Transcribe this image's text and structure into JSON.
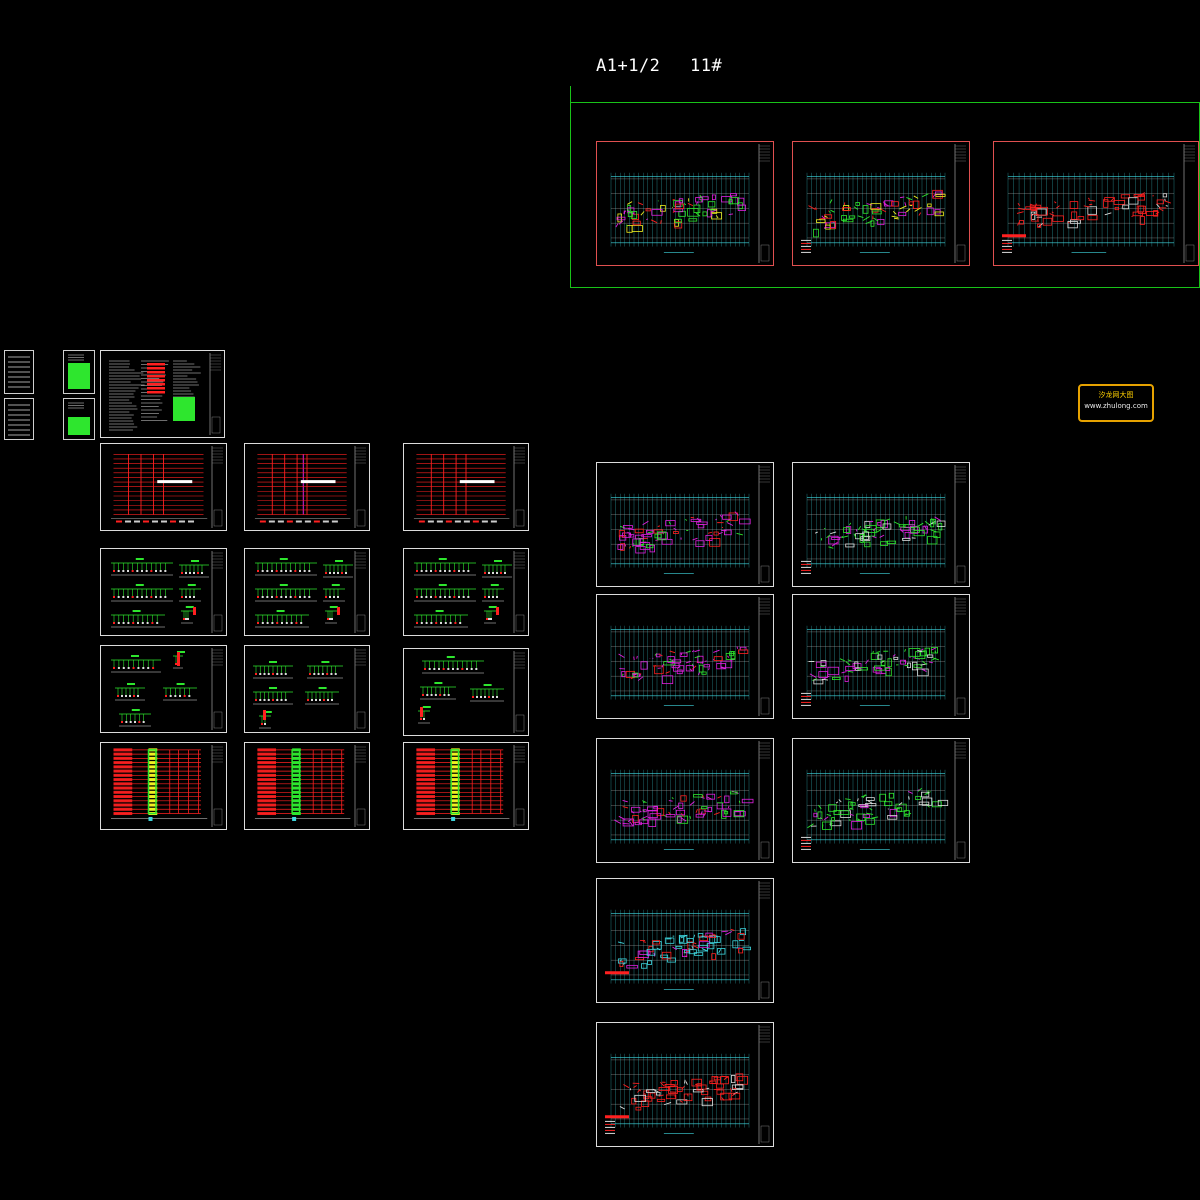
{
  "header": {
    "paper_size": "A1+1/2",
    "building_number": "11#"
  },
  "stamp": {
    "title": "汐龙网大图",
    "url": "www.zhulong.com"
  },
  "colors": {
    "background": "#000000",
    "frame_green": "#19c219",
    "frame_red_sheet": "#e05050",
    "sheet_border": "#dcdcdc",
    "grid_cyan": "#3fd8e0",
    "wire_green": "#2ee62e",
    "wire_magenta": "#e020e0",
    "wire_red": "#ff2020",
    "wire_yellow": "#f0f020",
    "stamp_border": "#e6a200"
  },
  "sheets": {
    "top_floor_plans": [
      "plan",
      "plan",
      "plan"
    ],
    "left_columns": [
      "system-red",
      "system-diagrams",
      "system-diagrams-sparse",
      "riser-colored"
    ],
    "right_floor_plans": [
      "plan-dense",
      "plan-green",
      "plan-dense",
      "plan-green",
      "plan-dense",
      "plan-green",
      "plan-cyan",
      "plan-red"
    ]
  }
}
